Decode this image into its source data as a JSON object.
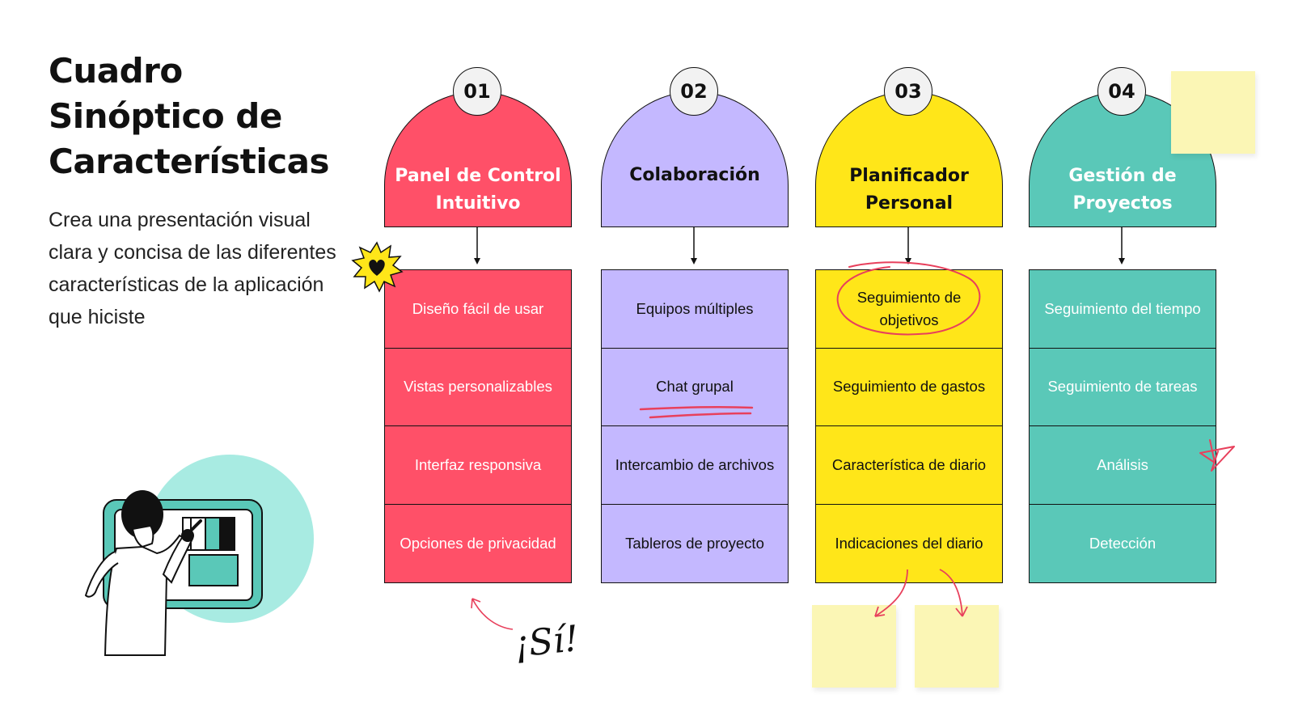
{
  "title": "Cuadro Sinóptico de Características",
  "subtitle": "Crea una presentación visual clara y concisa de las diferentes características de la aplicación que hiciste",
  "columns": [
    {
      "number": "01",
      "title": "Panel de Control Intuitivo",
      "color": "#ff5068",
      "text_color": "#ffffff",
      "items": [
        "Diseño fácil de usar",
        "Vistas personalizables",
        "Interfaz responsiva",
        "Opciones de privacidad"
      ]
    },
    {
      "number": "02",
      "title": "Colaboración",
      "color": "#c4b8ff",
      "text_color": "#111111",
      "items": [
        "Equipos múltiples",
        "Chat grupal",
        "Intercambio de archivos",
        "Tableros de proyecto"
      ]
    },
    {
      "number": "03",
      "title": "Planificador Personal",
      "color": "#ffe619",
      "text_color": "#111111",
      "items": [
        "Seguimiento de objetivos",
        "Seguimiento de gastos",
        "Característica de diario",
        "Indicaciones del diario"
      ]
    },
    {
      "number": "04",
      "title": "Gestión de Proyectos",
      "color": "#5ac8b8",
      "text_color": "#ffffff",
      "items": [
        "Seguimiento del tiempo",
        "Seguimiento de tareas",
        "Análisis",
        "Detección"
      ]
    }
  ],
  "annotation": "¡Sí!",
  "colors": {
    "sticky": "#fbf6b5",
    "accent_line": "#e8405c",
    "teal_circle": "#a8ebe2"
  },
  "icons": [
    "heart-badge-icon",
    "star-doodle-icon",
    "person-at-board-illustration",
    "curved-arrow-icon"
  ]
}
